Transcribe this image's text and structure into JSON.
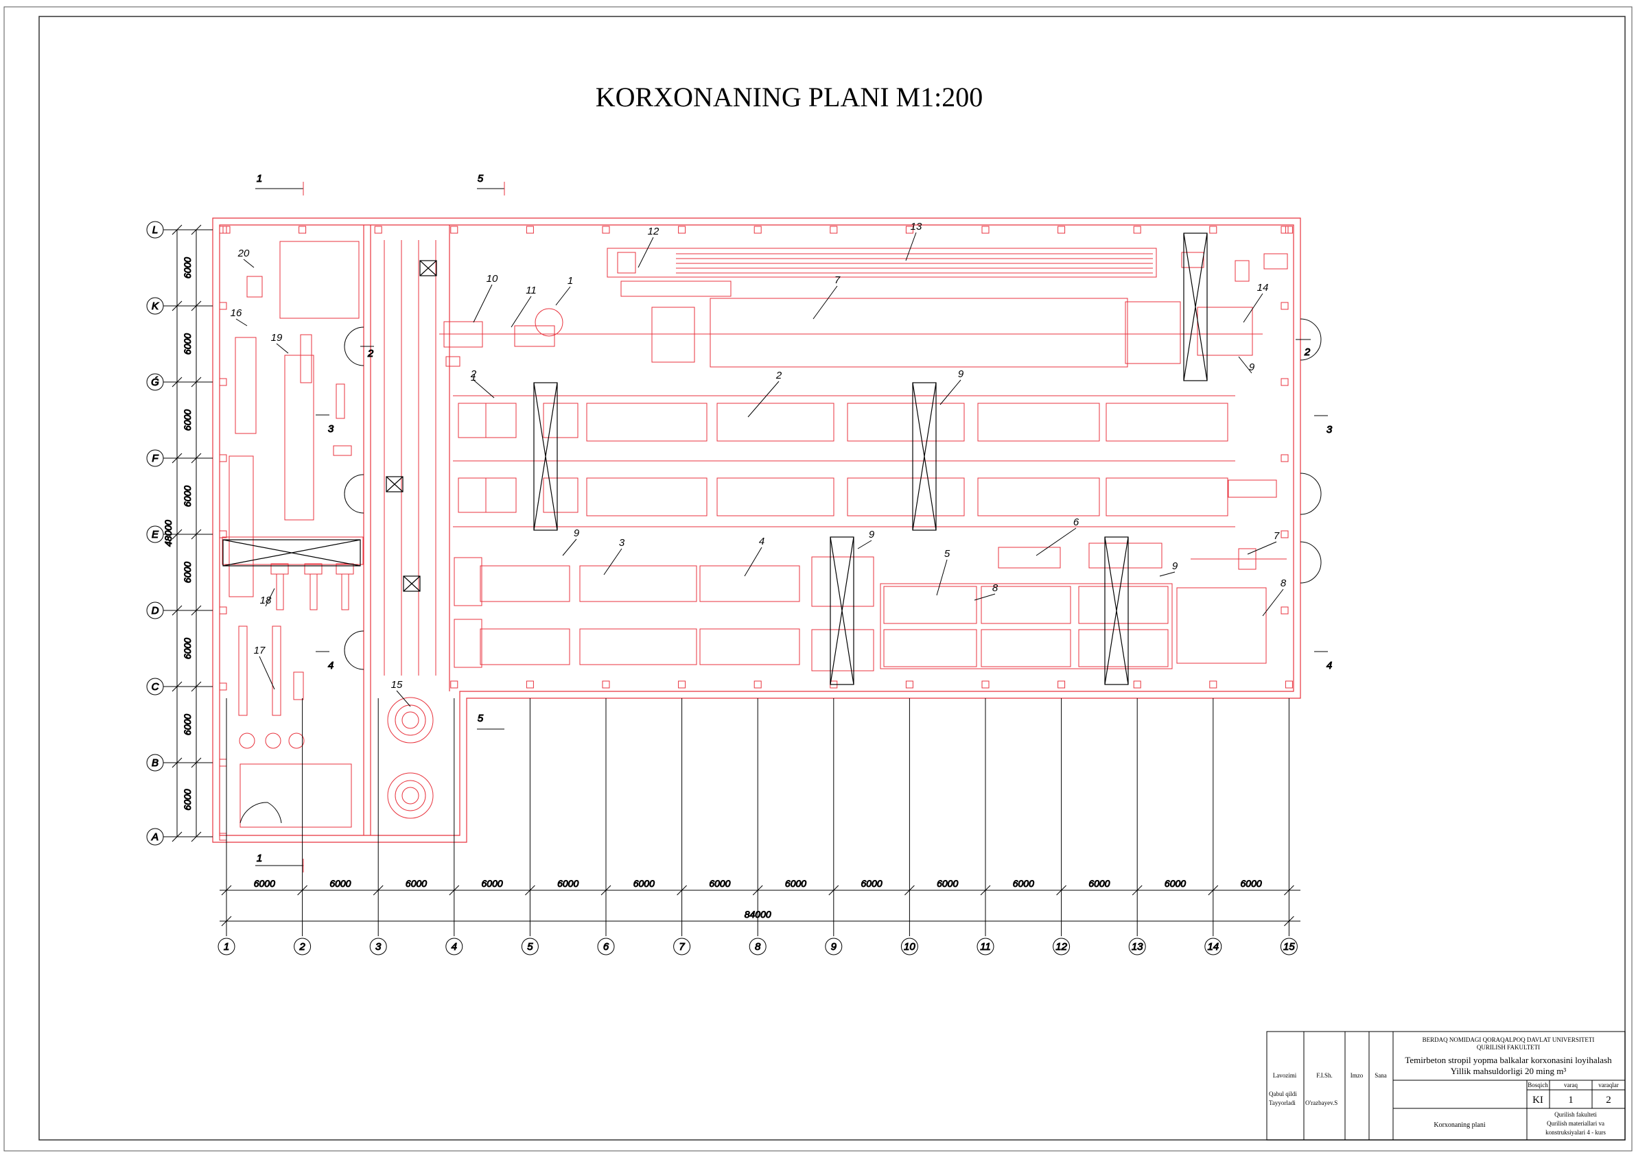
{
  "title": "KORXONANING PLANI M1:200",
  "axes_rows": [
    "L",
    "K",
    "Ǵ",
    "F",
    "E",
    "D",
    "C",
    "B",
    "A"
  ],
  "axes_cols": [
    "1",
    "2",
    "3",
    "4",
    "5",
    "6",
    "7",
    "8",
    "9",
    "10",
    "11",
    "12",
    "13",
    "14",
    "15"
  ],
  "dims_vertical": [
    "6000",
    "6000",
    "6000",
    "6000",
    "6000",
    "6000",
    "6000",
    "6000"
  ],
  "dim_total_vertical": "48000",
  "dims_horizontal": [
    "6000",
    "6000",
    "6000",
    "6000",
    "6000",
    "6000",
    "6000",
    "6000",
    "6000",
    "6000",
    "6000",
    "6000",
    "6000",
    "6000"
  ],
  "dim_total_horizontal": "84000",
  "section_marks": [
    "1",
    "1",
    "5",
    "5",
    "2",
    "2",
    "3",
    "3",
    "4",
    "4"
  ],
  "equipment_labels": [
    "1",
    "1",
    "2",
    "2",
    "3",
    "4",
    "5",
    "6",
    "7",
    "7",
    "8",
    "8",
    "9",
    "9",
    "9",
    "9",
    "9",
    "10",
    "11",
    "12",
    "13",
    "14",
    "15",
    "16",
    "17",
    "18",
    "19",
    "20"
  ],
  "colors": {
    "building": "#e8323c",
    "lines": "#000000"
  },
  "title_block": {
    "university": "BERDAQ  NOMIDAGI QORAQALPOQ DAVLAT UNIVERSITETI",
    "faculty": "QURILISH FAKULTETI",
    "project_line1": "Temirbeton stropil yopma balkalar korxonasini loyihalash",
    "project_line2": "Yillik mahsuldorligi 20 ming m³",
    "col_position": "Lavozimi",
    "col_name": "F.I.Sh.",
    "col_sign": "Imzo",
    "col_date": "Sana",
    "received": "Qabul qildi",
    "prepared": "Tayyorladi",
    "preparer_name": "O'razbayev.S",
    "stage_label": "Bosqich",
    "sheet_label": "varaq",
    "sheets_label": "varaqlar",
    "stage_value": "KI",
    "sheet_value": "1",
    "sheets_value": "2",
    "drawing_name": "Korxonaning plani",
    "dept1": "Qurilish fakulteti",
    "dept2": "Qurilish materiallari va",
    "dept3": "konstruksiyalari  4 - kurs"
  }
}
